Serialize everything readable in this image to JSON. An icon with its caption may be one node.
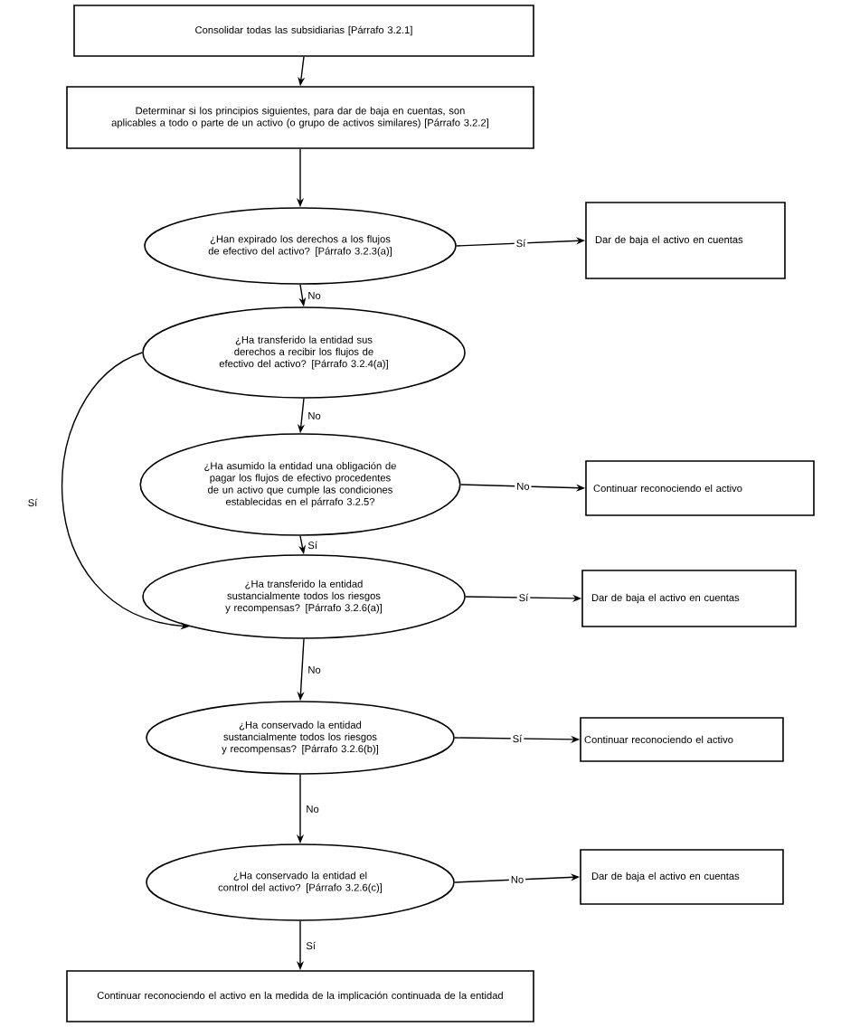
{
  "diagram": {
    "nodes": [
      {
        "text": [
          "Consolidar todas las subsidiarias [Párrafo 3.2.1]"
        ]
      },
      {
        "text": [
          "Determinar si los principios siguientes, para dar de baja en cuentas, son aplicables a todo o parte de un activo (o grupo de activos similares) [Párrafo 3.2.2]"
        ]
      },
      {
        "text": [
          "¿Han expirado los derechos a los flujos de efectivo del activo? [Párrafo 3.2.3(a)]"
        ]
      },
      {
        "text": [
          "Dar de baja el activo en cuentas"
        ]
      },
      {
        "text": [
          "¿Ha transferido la entidad sus derechos a recibir los flujos de efectivo del activo? [Párrafo 3.2.4(a)]"
        ]
      },
      {
        "text": [
          "¿Ha asumido la entidad una obligación de pagar los flujos de efectivo procedentes de un activo que cumple las condiciones establecidas en el párrafo 3.2.5?"
        ]
      },
      {
        "text": [
          "Continuar reconociendo el activo"
        ]
      },
      {
        "text": [
          "¿Ha transferido la entidad sustancialmente todos los riesgos y recompensas? [Párrafo 3.2.6(a)]"
        ]
      },
      {
        "text": [
          "Dar de baja el activo en cuentas"
        ]
      },
      {
        "text": [
          "¿Ha conservado la entidad sustancialmente todos los riesgos y recompensas? [Párrafo 3.2.6(b)]"
        ]
      },
      {
        "text": [
          "Continuar reconociendo el activo"
        ]
      },
      {
        "text": [
          "¿Ha conservado la entidad el control del activo? [Párrafo 3.2.6(c)]"
        ]
      },
      {
        "text": [
          "Dar de baja el activo en cuentas"
        ]
      },
      {
        "text": [
          "Continuar reconociendo el activo en la medida de la implicación continuada de la entidad"
        ]
      }
    ],
    "edges": [
      {
        "from": 0,
        "to": 1,
        "arrow": "to"
      },
      {
        "from": 1,
        "to": 2,
        "arrow": "to"
      },
      {
        "from": 2,
        "to": 3,
        "arrow": "to",
        "label": "Sí"
      },
      {
        "from": 2,
        "to": 4,
        "arrow": "to",
        "label": "No"
      },
      {
        "from": 4,
        "to": 5,
        "arrow": "to",
        "label": "No"
      },
      {
        "from": 4,
        "to": 7,
        "arrow": "to",
        "label": "Sí"
      },
      {
        "from": 5,
        "to": 6,
        "arrow": "to",
        "label": "No"
      },
      {
        "from": 5,
        "to": 7,
        "arrow": "to",
        "label": "Sí"
      },
      {
        "from": 7,
        "to": 8,
        "arrow": "to",
        "label": "Sí"
      },
      {
        "from": 7,
        "to": 9,
        "arrow": "to",
        "label": "No"
      },
      {
        "from": 9,
        "to": 10,
        "arrow": "to",
        "label": "Sí"
      },
      {
        "from": 9,
        "to": 11,
        "arrow": "to",
        "label": "No"
      },
      {
        "from": 11,
        "to": 12,
        "arrow": "to",
        "label": "No"
      },
      {
        "from": 11,
        "to": 13,
        "arrow": "to",
        "label": "Sí"
      }
    ]
  }
}
